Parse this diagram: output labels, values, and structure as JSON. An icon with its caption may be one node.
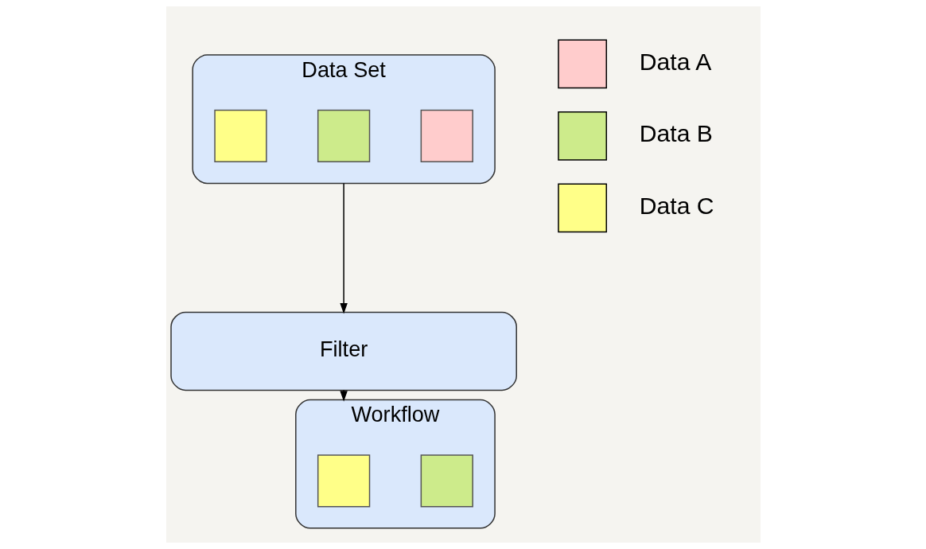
{
  "diagram": {
    "nodes": [
      {
        "text": [
          "Data Set"
        ]
      },
      {
        "text": [],
        "shape": "box",
        "in": 0
      },
      {
        "text": [],
        "shape": "box",
        "in": 0
      },
      {
        "text": [],
        "shape": "box",
        "in": 0
      },
      {
        "text": [
          "Filter"
        ]
      },
      {
        "text": [
          "Workflow"
        ]
      },
      {
        "text": [],
        "shape": "box",
        "in": 5
      },
      {
        "text": [],
        "shape": "box",
        "in": 5
      }
    ],
    "edges": [
      {
        "from": 0,
        "to": 4,
        "arrow": "to"
      },
      {
        "from": 4,
        "to": 5,
        "arrow": "to"
      }
    ],
    "legend": [
      {
        "text": "Data A",
        "color": "#ffcccc"
      },
      {
        "text": "Data B",
        "color": "#cdeb8b"
      },
      {
        "text": "Data C",
        "color": "#ffff88"
      }
    ]
  }
}
